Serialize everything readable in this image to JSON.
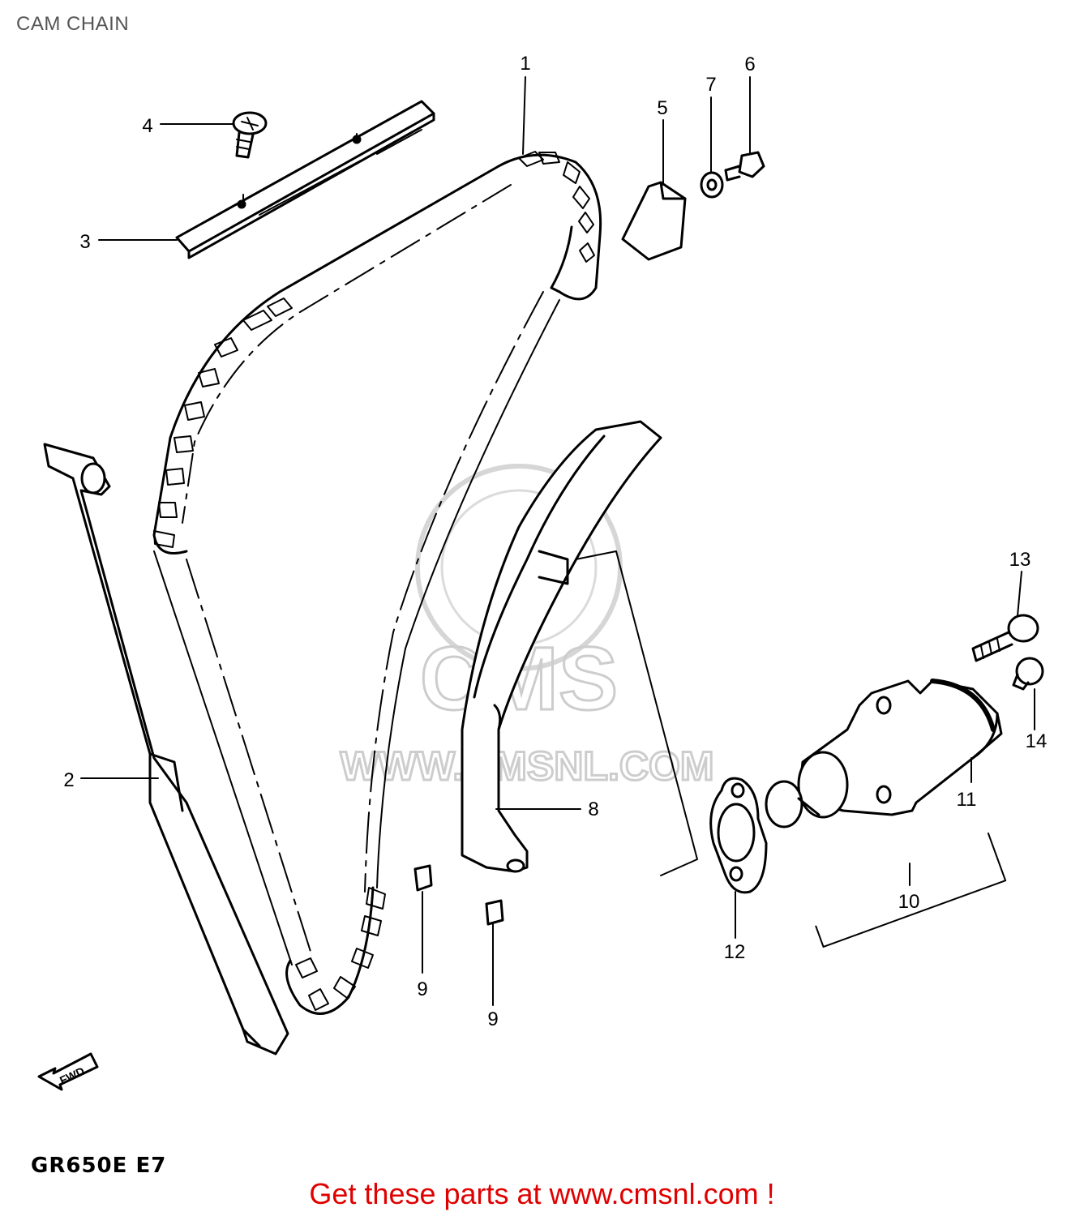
{
  "title": "CAM CHAIN",
  "model_code": "GR650E E7",
  "footer_text": "Get these parts at www.cmsnl.com !",
  "watermark": {
    "brand": "CMS",
    "url": "WWW.CMSNL.COM"
  },
  "fwd_label": "FWD",
  "colors": {
    "footer": "#e00000",
    "line": "#000000",
    "watermark": "#c8c8c8"
  },
  "callouts": [
    {
      "id": "1",
      "part": "cam-chain"
    },
    {
      "id": "2",
      "part": "rear-chain-guide"
    },
    {
      "id": "3",
      "part": "top-chain-guide"
    },
    {
      "id": "4",
      "part": "top-guide-screw"
    },
    {
      "id": "5",
      "part": "guide-cushion"
    },
    {
      "id": "6",
      "part": "cushion-bolt"
    },
    {
      "id": "7",
      "part": "washer"
    },
    {
      "id": "8",
      "part": "tensioner-guide"
    },
    {
      "id": "9",
      "part": "guide-pin"
    },
    {
      "id": "9",
      "part": "guide-pin"
    },
    {
      "id": "10",
      "part": "chain-tensioner-assy"
    },
    {
      "id": "11",
      "part": "o-ring"
    },
    {
      "id": "12",
      "part": "tensioner-gasket"
    },
    {
      "id": "13",
      "part": "tensioner-bolt"
    },
    {
      "id": "14",
      "part": "tensioner-cap"
    }
  ]
}
